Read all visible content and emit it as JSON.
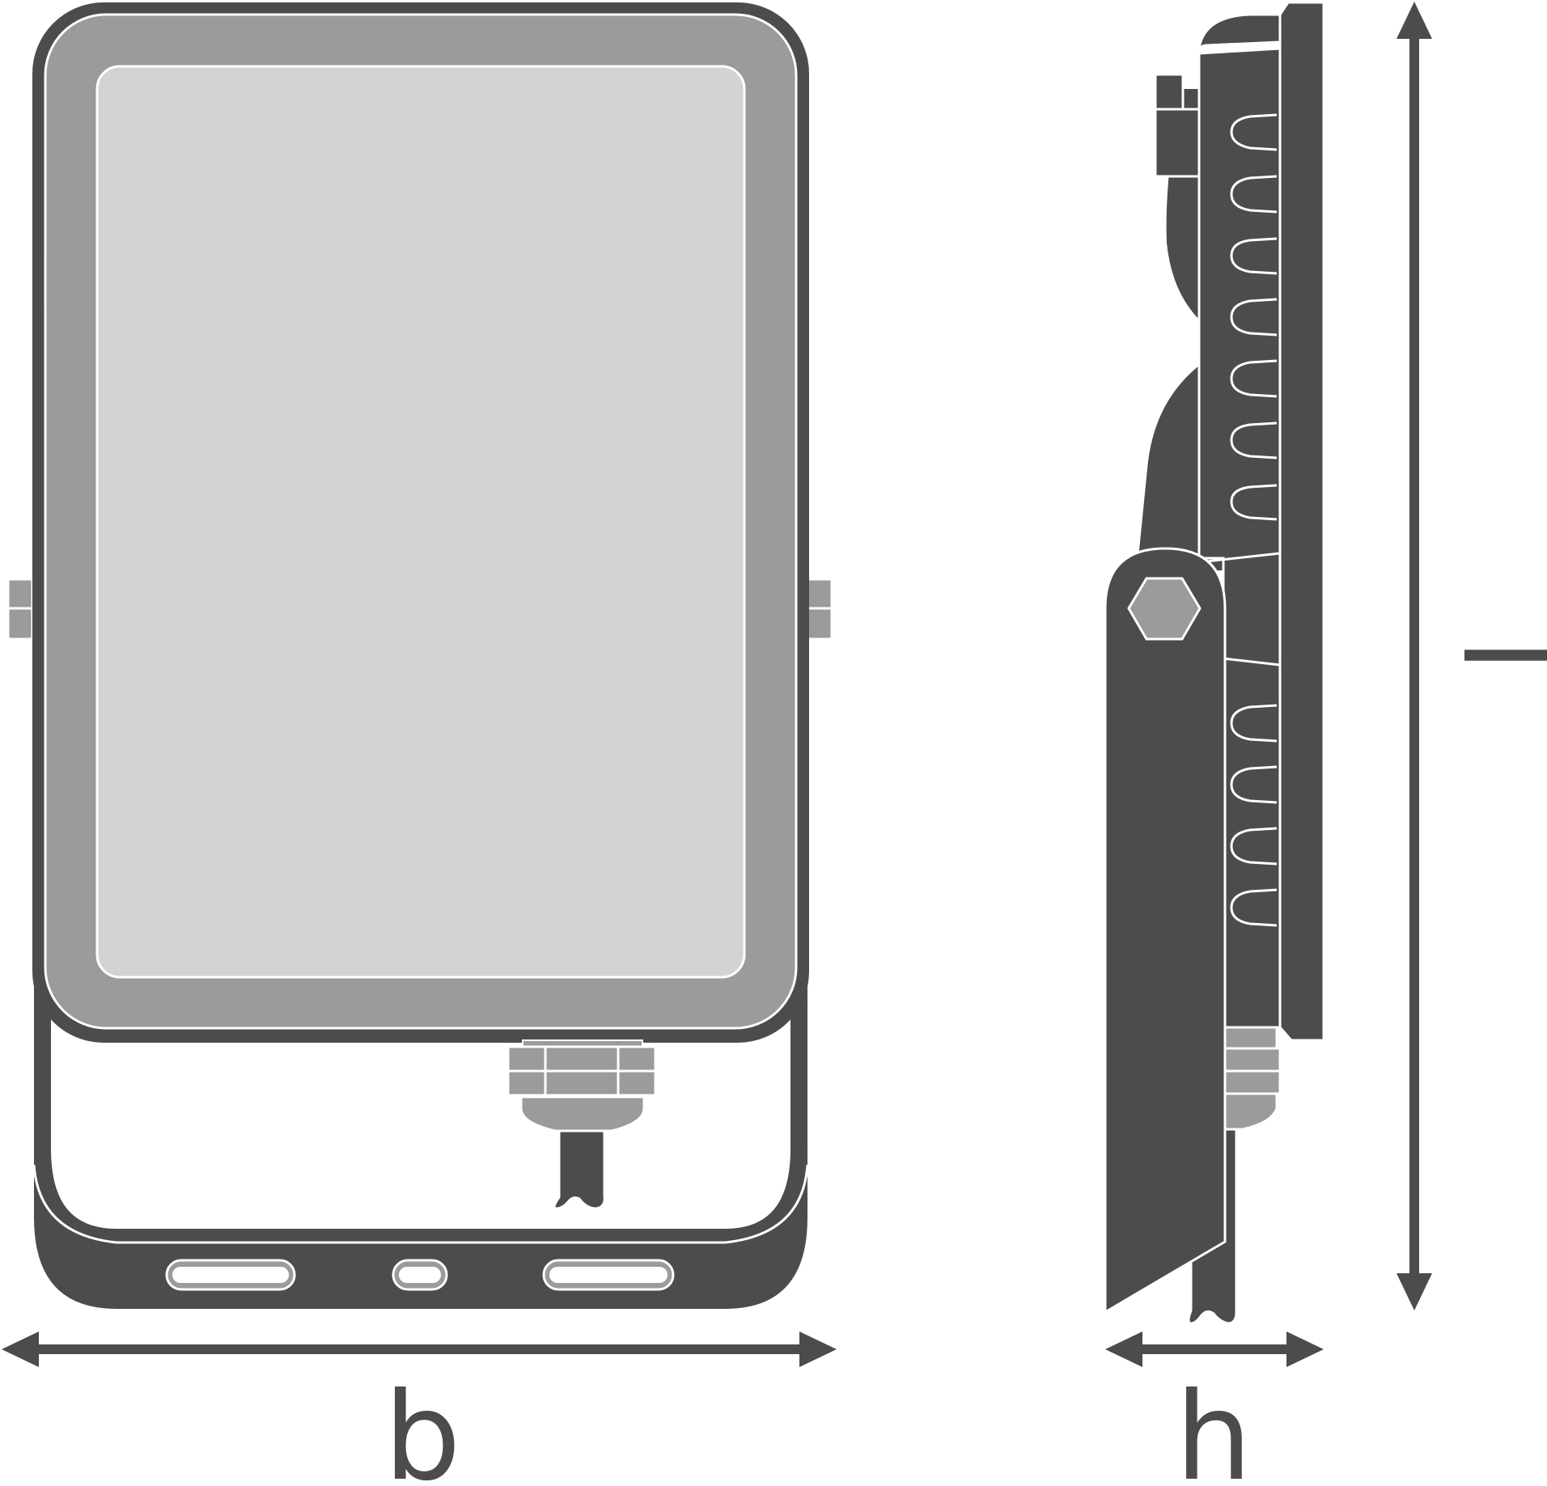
{
  "labels": {
    "width": "b",
    "height_depth": "h",
    "length": "l"
  },
  "colors": {
    "dark": "#4d4b4c",
    "mid": "#9c9a9b",
    "light": "#d3d3d3",
    "outline": "#ffffff"
  }
}
